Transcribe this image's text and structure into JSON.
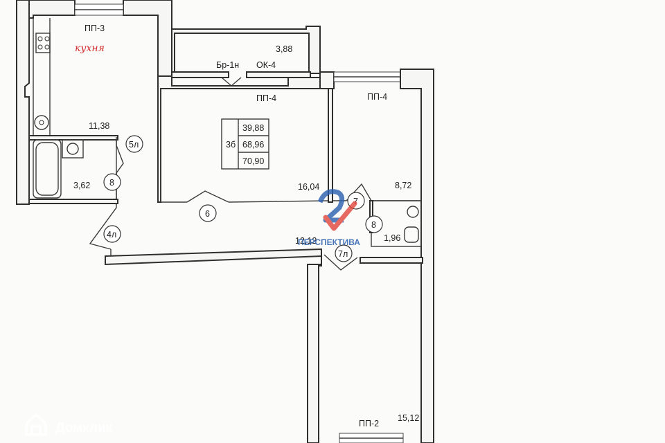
{
  "labels": {
    "window_kitchen": "ПП-3",
    "kitchen_note": "кухня",
    "kitchen_area": "11,38",
    "balcony_area": "3,88",
    "balcony_door": "Бр-1н",
    "balcony_window": "ОК-4",
    "window_living": "ПП-4",
    "window_bedroom": "ПП-4",
    "bath_area": "3,62",
    "living_area": "16,04",
    "bedroom_area": "8,72",
    "hall_area": "12,12",
    "wc_area": "1,96",
    "bedroom2_area": "15,12",
    "window_bedroom2": "ПП-2"
  },
  "summary": {
    "rooms": "3б",
    "living": "39,88",
    "total": "68,96",
    "total_with_balcony": "70,90"
  },
  "markers": {
    "m5l": "5л",
    "m8a": "8",
    "m4l": "4л",
    "m6": "6",
    "m7": "7",
    "m8b": "8",
    "m7l": "7л"
  },
  "watermark": {
    "text": "ПЕРСПЕКТИВА"
  },
  "brand": {
    "name": "Домклик",
    "icon": "house-icon"
  },
  "colors": {
    "watermark_red": "#e0453a",
    "watermark_blue": "#2a5fb0",
    "note_red": "#d22b2b"
  }
}
